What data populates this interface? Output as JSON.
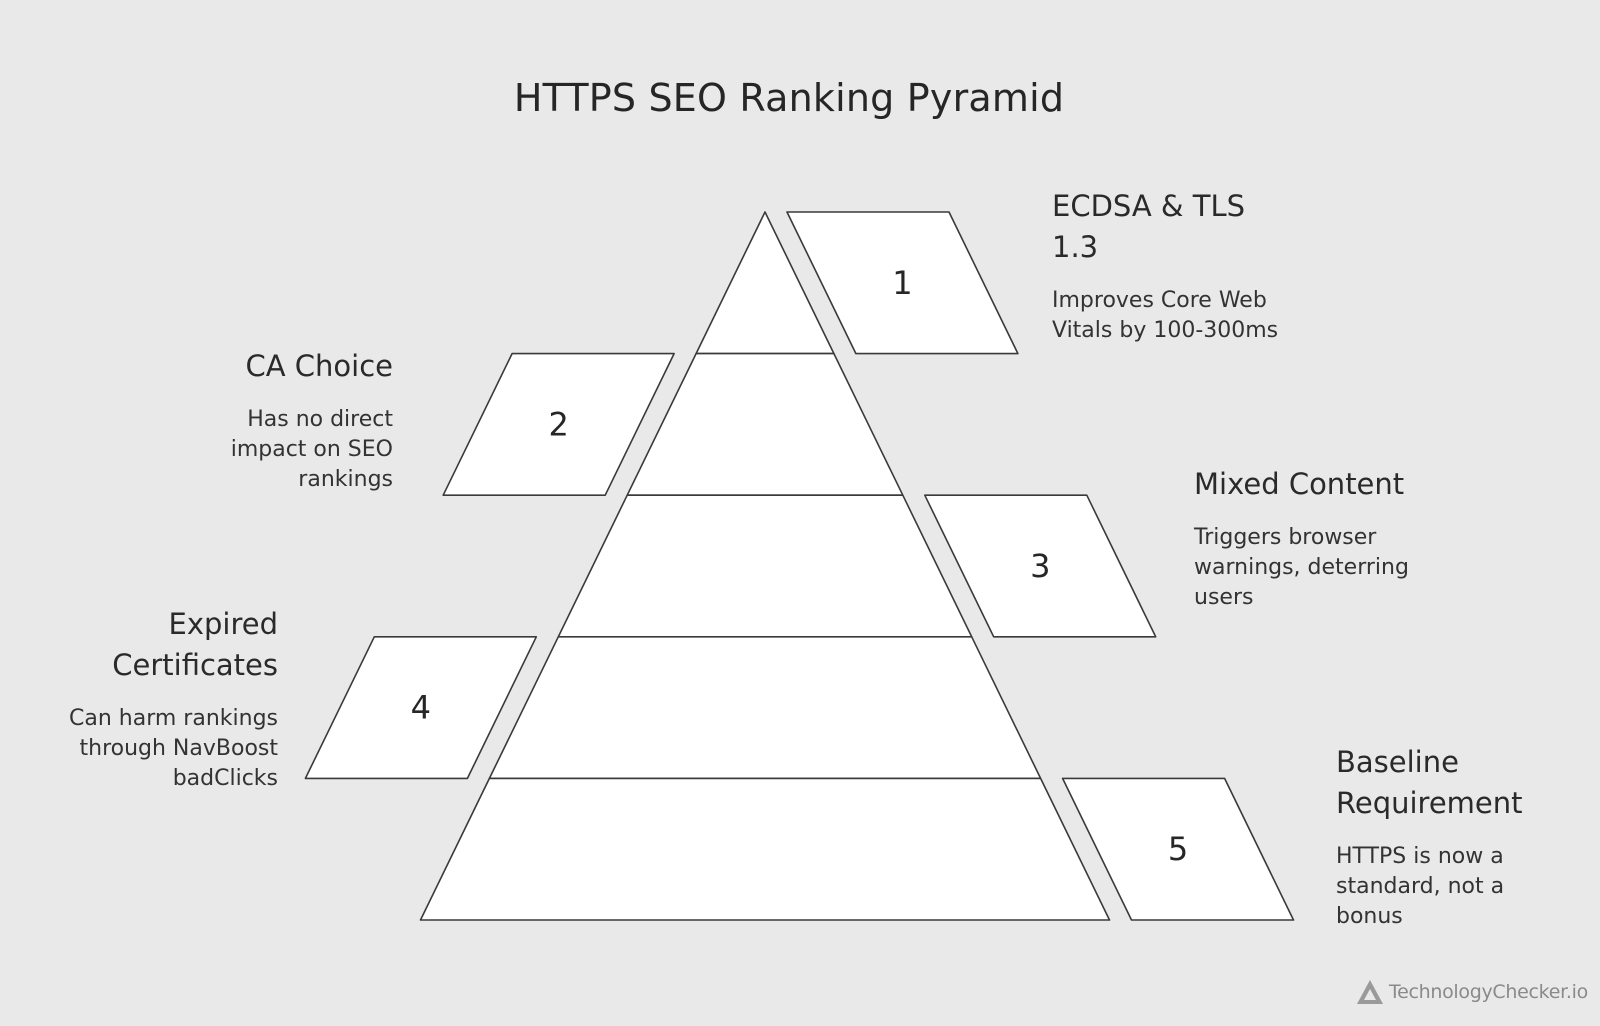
{
  "title": "HTTPS SEO Ranking Pyramid",
  "colors": {
    "background": "#e9e9e9",
    "shape_fill": "#ffffff",
    "stroke": "#3a3a3a",
    "text": "#2a2a2a",
    "watermark": "#8a8a8a"
  },
  "levels": [
    {
      "number": "1",
      "heading": "ECDSA & TLS 1.3",
      "description": "Improves Core Web Vitals by 100-300ms",
      "side": "right"
    },
    {
      "number": "2",
      "heading": "CA Choice",
      "description": "Has no direct impact on SEO rankings",
      "side": "left"
    },
    {
      "number": "3",
      "heading": "Mixed Content",
      "description": "Triggers browser warnings, deterring users",
      "side": "right"
    },
    {
      "number": "4",
      "heading": "Expired Certificates",
      "description": "Can harm rankings through NavBoost badClicks",
      "side": "left"
    },
    {
      "number": "5",
      "heading": "Baseline Requirement",
      "description": "HTTPS is now a standard, not a bonus",
      "side": "right"
    }
  ],
  "watermark": {
    "text": "TechnologyChecker.io",
    "icon": "triangle-logo-icon"
  }
}
